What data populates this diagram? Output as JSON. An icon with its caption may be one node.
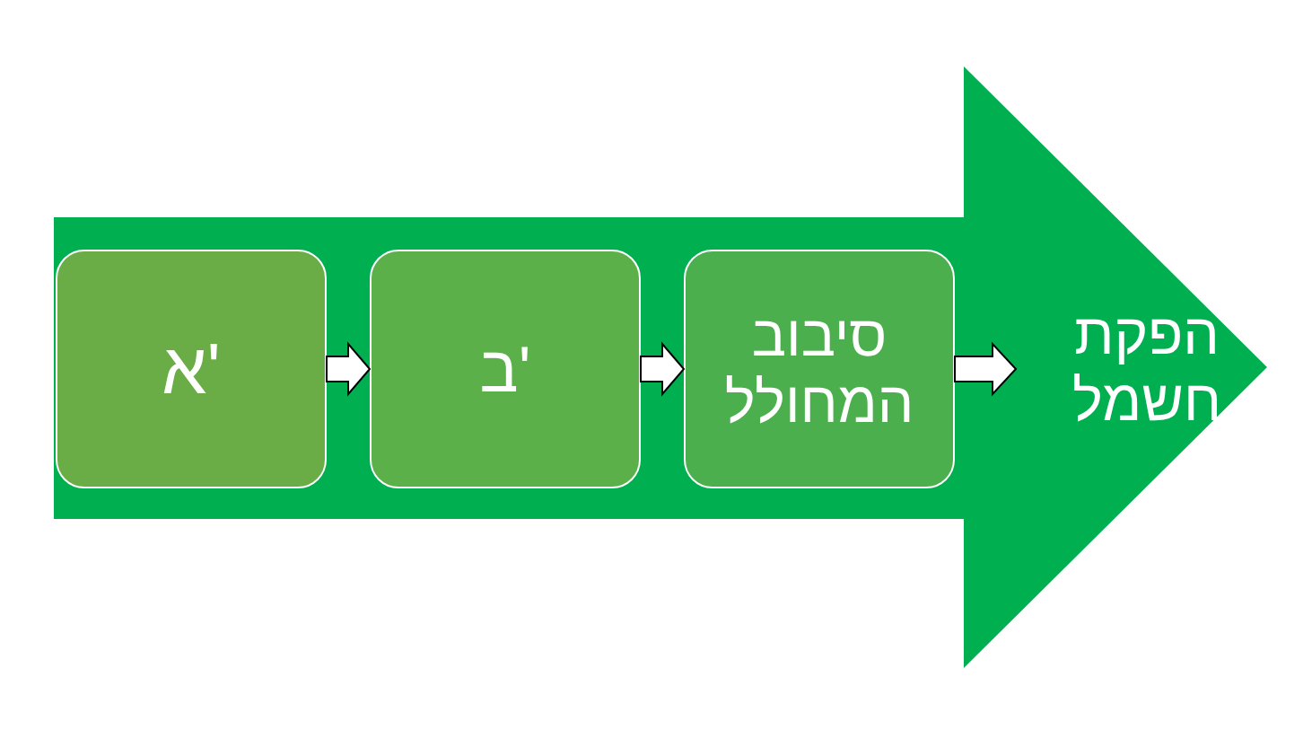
{
  "diagram": {
    "nodes": [
      {
        "text": [],
        "shape": "arrow"
      },
      {
        "text": [
          "א'"
        ],
        "in": 0
      },
      {
        "text": [
          "ב'"
        ],
        "in": 0
      },
      {
        "text": [
          "סיבוב המחולל"
        ],
        "in": 0
      },
      {
        "text": [
          "הפקת חשמל"
        ],
        "in": 0
      }
    ],
    "edges": [
      {
        "from": 1,
        "to": 2,
        "arrow": "to"
      },
      {
        "from": 2,
        "to": 3,
        "arrow": "to"
      },
      {
        "from": 3,
        "to": 4,
        "arrow": "to"
      }
    ]
  }
}
